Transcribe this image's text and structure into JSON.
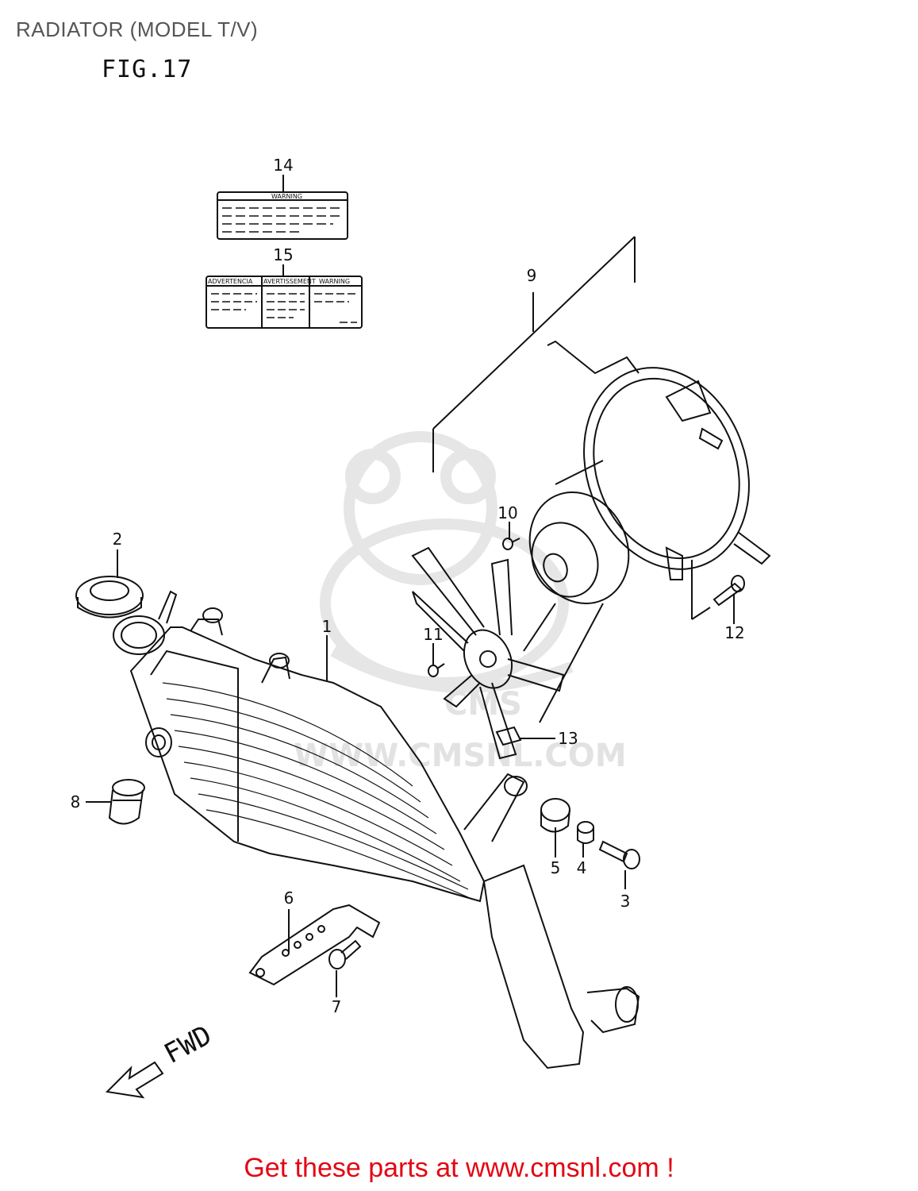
{
  "header": {
    "title": "RADIATOR (MODEL T/V)",
    "figure": "FIG.17"
  },
  "labels": {
    "warning": "WARNING",
    "advertencia": "ADVERTENCIA",
    "avertissement": "AVERTISSEMENT"
  },
  "callouts": {
    "p1": "1",
    "p2": "2",
    "p3": "3",
    "p4": "4",
    "p5": "5",
    "p6": "6",
    "p7": "7",
    "p8": "8",
    "p9": "9",
    "p10": "10",
    "p11": "11",
    "p12": "12",
    "p13": "13",
    "p14": "14",
    "p15": "15"
  },
  "fwd": "FWD",
  "watermark": {
    "site": "WWW.CMSNL.COM",
    "brand": "CMS"
  },
  "footer": {
    "cta": "Get these parts at www.cmsnl.com !"
  },
  "colors": {
    "footer_text": "#e30613",
    "watermark": "#e2e2e2",
    "line": "#111111"
  }
}
